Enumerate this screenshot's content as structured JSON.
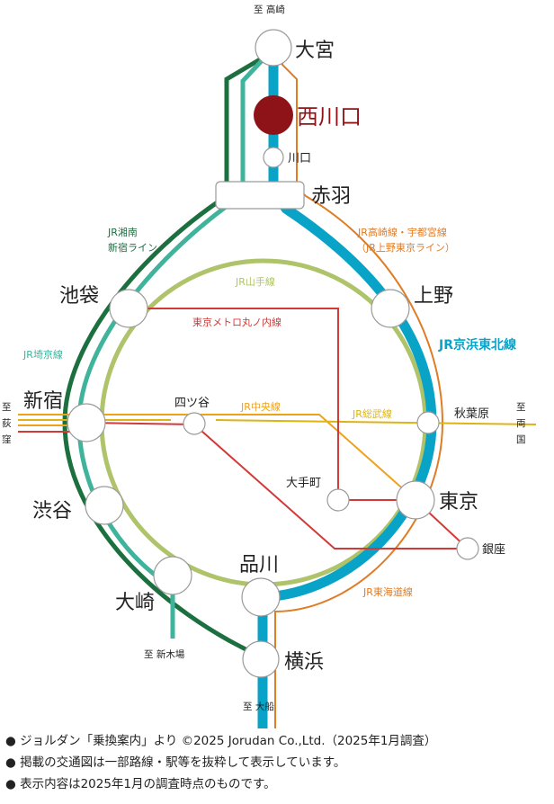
{
  "colors": {
    "keihin_tohoku": "#0aa3c8",
    "yamanote": "#aec36a",
    "saikyo": "#3fb39b",
    "shonan_shinjuku": "#1c7040",
    "takasaki_utsunomiya": "#e07c24",
    "marunouchi": "#d33a37",
    "chuo": "#eea21a",
    "sobu": "#ddb414",
    "highlight_station": "#8e1318"
  },
  "stations": {
    "omiya": "大宮",
    "nishikawaguchi": "西川口",
    "kawaguchi": "川口",
    "akabane": "赤羽",
    "ikebukuro": "池袋",
    "ueno": "上野",
    "shinjuku": "新宿",
    "yotsuya": "四ツ谷",
    "akihabara": "秋葉原",
    "otemachi": "大手町",
    "tokyo": "東京",
    "shibuya": "渋谷",
    "ginza": "銀座",
    "shinagawa": "品川",
    "osaki": "大崎",
    "yokohama": "横浜"
  },
  "lines": {
    "shonan_shinjuku": [
      "JR湘南",
      "新宿ライン"
    ],
    "takasaki_utsunomiya": [
      "JR高崎線・宇都宮線",
      "（JR上野東京ライン）"
    ],
    "yamanote": "JR山手線",
    "marunouchi": "東京メトロ丸ノ内線",
    "keihin_tohoku": "JR京浜東北線",
    "saikyo": "JR埼京線",
    "chuo": "JR中央線",
    "sobu": "JR総武線",
    "tokaido": "JR東海道線"
  },
  "directions": {
    "top": "至 高崎",
    "left": [
      "至",
      "荻",
      "窪"
    ],
    "right": [
      "至",
      "両",
      "国"
    ],
    "bottom_left": "至 新木場",
    "bottom": "至 大船"
  },
  "notes": [
    "● ジョルダン「乗換案内」より ©2025 Jorudan Co.,Ltd.（2025年1月調査）",
    "● 掲載の交通図は一部路線・駅等を抜粋して表示しています。",
    "● 表示内容は2025年1月の調査時点のものです。"
  ]
}
